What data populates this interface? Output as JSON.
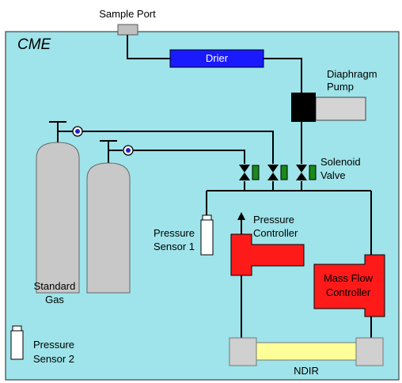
{
  "diagram": {
    "title": "CME",
    "labels": {
      "sample_port": "Sample Port",
      "drier": "Drier",
      "diaphragm_pump": [
        "Diaphragm",
        "Pump"
      ],
      "solenoid_valve": [
        "Solenoid",
        "Valve"
      ],
      "pressure_sensor_1": [
        "Pressure",
        "Sensor 1"
      ],
      "pressure_controller": [
        "Pressure",
        "Controller"
      ],
      "mass_flow_controller": [
        "Mass Flow",
        "Controller"
      ],
      "standard_gas": [
        "Standard",
        "Gas"
      ],
      "pressure_sensor_2": [
        "Pressure",
        "Sensor 2"
      ],
      "ndir": "NDIR"
    },
    "colors": {
      "enclosure": "#9ee4ea",
      "drier": "#1a1aff",
      "pump_head": "#000000",
      "pump_body": "#d4d4d4",
      "valve": "#1a8a1a",
      "pressure_controller": "#ff1a1a",
      "mass_flow_controller": "#ff1a1a",
      "ndir_tube": "#ffff99",
      "ndir_ends": "#d0d0d0",
      "gas_cylinder": "#c8c8c8"
    }
  }
}
